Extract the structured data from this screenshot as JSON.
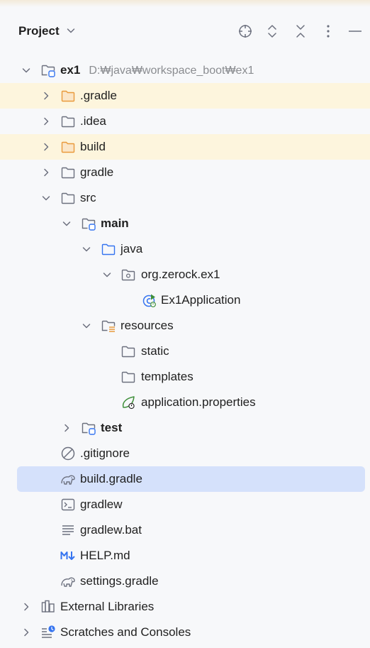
{
  "panel": {
    "title": "Project",
    "toolbar": {
      "locate_icon": "crosshair-icon",
      "expand_icon": "expand-all-icon",
      "collapse_icon": "collapse-all-icon",
      "options_icon": "more-vertical-icon",
      "hide_icon": "minimize-icon"
    }
  },
  "tree": {
    "root": {
      "label": "ex1",
      "path": "D:₩java₩workspace_boot₩ex1"
    },
    "gradle_dir": ".gradle",
    "idea_dir": ".idea",
    "build_dir": "build",
    "gradle": "gradle",
    "src": "src",
    "main": "main",
    "java": "java",
    "package": "org.zerock.ex1",
    "app_class": "Ex1Application",
    "resources": "resources",
    "static": "static",
    "templates": "templates",
    "app_props": "application.properties",
    "test": "test",
    "gitignore": ".gitignore",
    "build_gradle": "build.gradle",
    "gradlew": "gradlew",
    "gradlew_bat": "gradlew.bat",
    "help_md": "HELP.md",
    "settings_gradle": "settings.gradle",
    "external_libs": "External Libraries",
    "scratches": "Scratches and Consoles"
  },
  "colors": {
    "excluded_highlight": "#fdf5dd",
    "selection": "#d5e1fb",
    "module_blue": "#3574f0",
    "excluded_orange": "#e99a3c",
    "spring_green": "#3f8f3a"
  }
}
